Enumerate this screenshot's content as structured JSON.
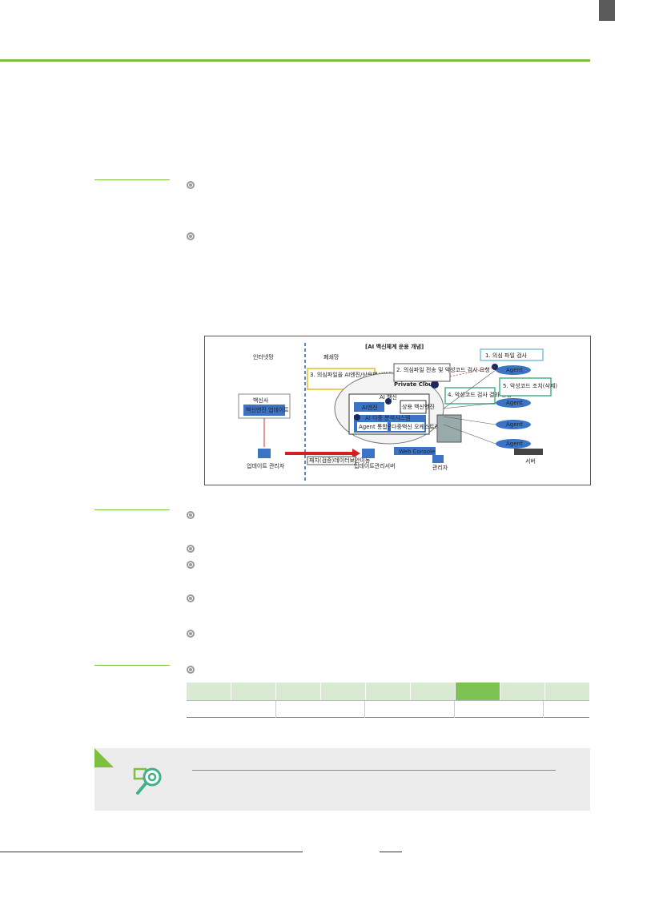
{
  "figure": {
    "title": "[AI 백신체계 운용 개념]",
    "zone_left": "인터넷망",
    "zone_right": "폐쇄망",
    "vendor_label": "백신사",
    "vendor_sub": "백신엔진 업데이트",
    "step1": "1. 의심 파일 검사",
    "step2": "2. 의심파일 전송 및 악성코드 검사 요청",
    "step3": "3. 의심파일을 AI엔진/상용백신엔진으로 악성코드 검사",
    "step4": "4. 악성코드 검사 결과 응답",
    "step5": "5. 악성코드 조치(삭제)",
    "cloud_label": "Private Cloud",
    "ai_vaccine": "AI 백신",
    "ai_engine": "AI엔진",
    "commercial_engine": "상용 백신엔진",
    "ai_system": "AI 다중 분석시스템",
    "agent_mgmt": "Agent 통합관리",
    "multi_vaccine": "다중백신 오케스트레이터",
    "web_console": "Web Console",
    "admin": "관리자",
    "update_mgr": "업데이트 관리자",
    "patch_label": "패치(검증)데이터보안이동",
    "update_server": "업데이트관리서버",
    "agent": "Agent",
    "server": "서버"
  },
  "colors": {
    "accent": "#7dbf3f",
    "table_header": "#d9ead2",
    "table_highlight": "#7dc353",
    "note_bg": "#ececec"
  },
  "icons": {
    "note_icon": "magnifier-gear-icon"
  }
}
